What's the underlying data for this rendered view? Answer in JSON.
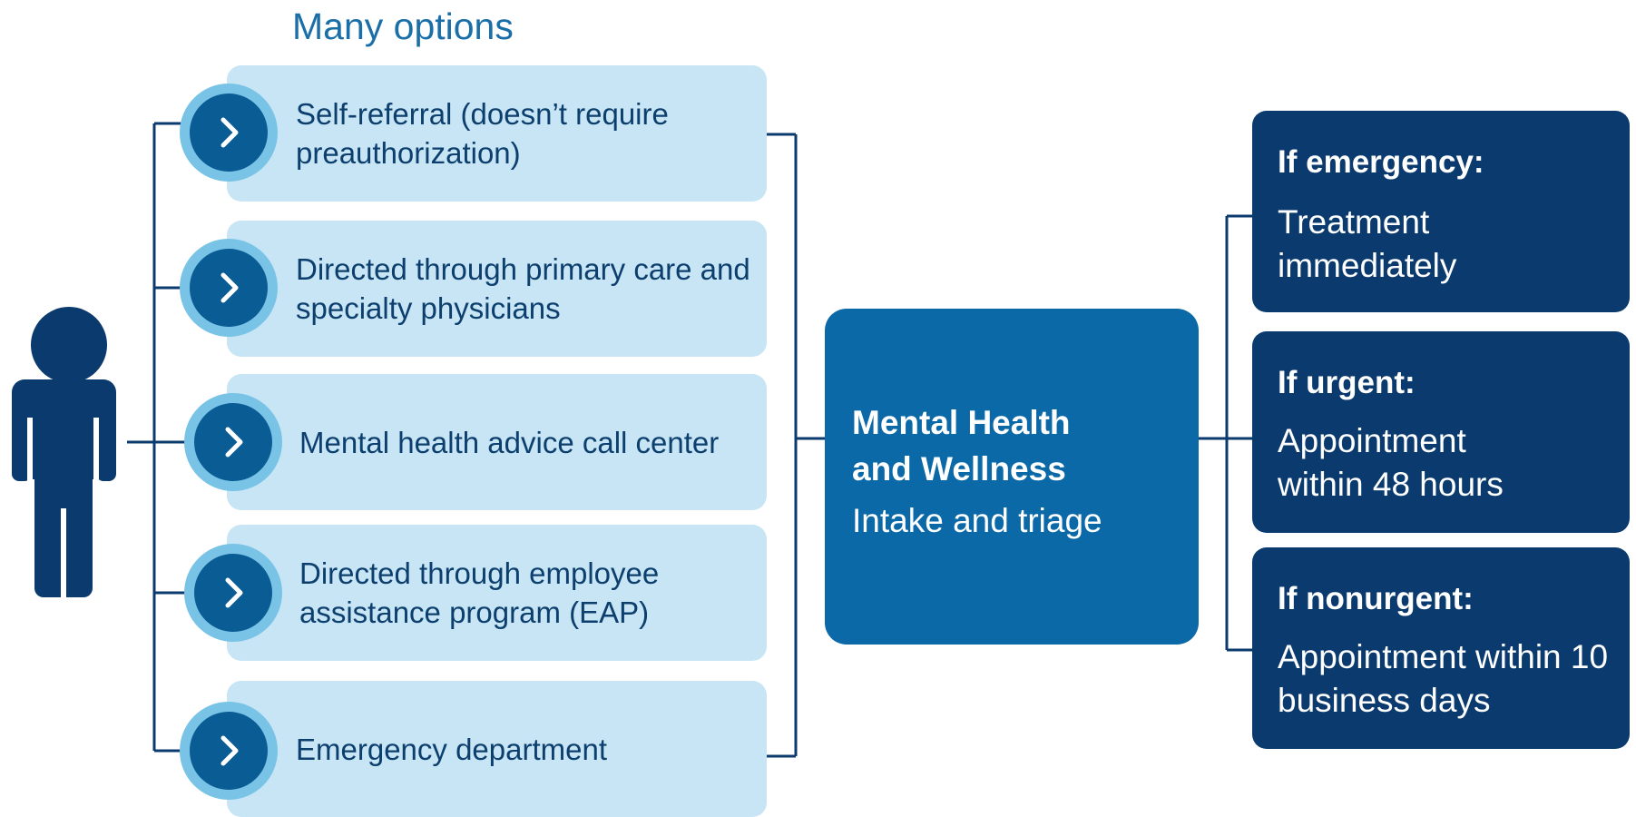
{
  "heading": "Many options",
  "options": [
    {
      "label": "Self-referral (doesn’t require preauthorization)"
    },
    {
      "label": "Directed through primary care and specialty physicians"
    },
    {
      "label": "Mental health advice call center"
    },
    {
      "label": "Directed through employee assistance program (EAP)"
    },
    {
      "label": "Emergency department"
    }
  ],
  "center": {
    "title": "Mental Health and Wellness",
    "subtitle": "Intake and triage"
  },
  "outcomes": [
    {
      "title": "If emergency:",
      "text": "Treatment immediately"
    },
    {
      "title": "If urgent:",
      "text": "Appointment within 48 hours"
    },
    {
      "title": "If nonurgent:",
      "text": "Appointment within 10 business days"
    }
  ],
  "colors": {
    "option_fill": "#c7e5f4",
    "badge_ring": "#79c3e6",
    "badge_core": "#0a5c95",
    "center_fill": "#0c69a8",
    "outcome_fill": "#0b3b6e",
    "text_dark": "#0c3f6e",
    "heading": "#1b6fa8"
  },
  "icons": {
    "person": "person-icon",
    "chevron": "chevron-right-icon"
  }
}
